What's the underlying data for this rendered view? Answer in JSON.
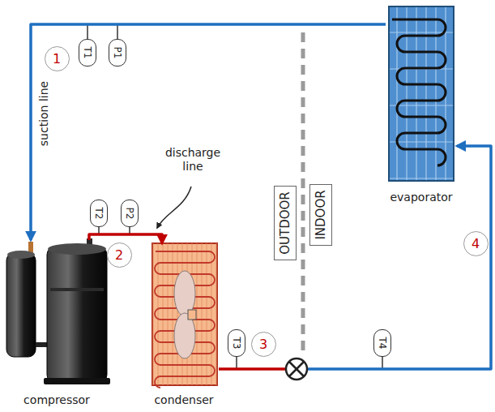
{
  "diagram": {
    "nodes": [
      {
        "text": [
          "1"
        ]
      },
      {
        "text": [
          "T1"
        ]
      },
      {
        "text": [
          "P1"
        ]
      },
      {
        "text": [
          "evaporator"
        ]
      },
      {
        "text": [
          "T2"
        ]
      },
      {
        "text": [
          "P2"
        ]
      },
      {
        "text": [
          "2"
        ]
      },
      {
        "text": [
          "OUTDOOR"
        ]
      },
      {
        "text": [
          "INDOOR"
        ]
      },
      {
        "text": [
          "4"
        ]
      },
      {
        "text": [
          "T3"
        ]
      },
      {
        "text": [
          "3"
        ]
      },
      {
        "text": [
          "T4"
        ]
      },
      {
        "text": [
          "compressor"
        ]
      },
      {
        "text": [
          "condenser"
        ]
      }
    ],
    "edges": [
      {
        "from": 13,
        "to": 14,
        "arrow": "to"
      },
      {
        "from": 14,
        "to": 3,
        "arrow": "to"
      },
      {
        "from": 3,
        "to": 13,
        "arrow": "to"
      }
    ],
    "labels": [
      "suction line",
      "discharge line"
    ]
  }
}
